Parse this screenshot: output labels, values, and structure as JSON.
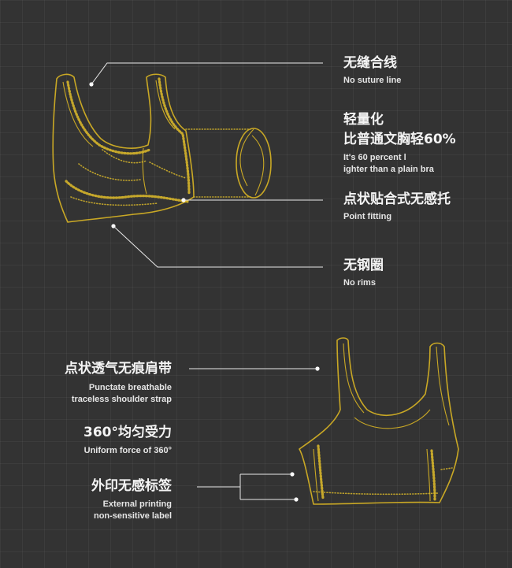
{
  "features": {
    "no_suture": {
      "cn": "无缝合线",
      "en": "No suture line"
    },
    "lightweight": {
      "cn1": "轻量化",
      "cn2": "比普通文胸轻60%",
      "en1": "It's 60 percent l",
      "en2": "ighter than a plain bra"
    },
    "point_fit": {
      "cn": "点状贴合式无感托",
      "en": "Point fitting"
    },
    "no_rims": {
      "cn": "无钢圈",
      "en": "No rims"
    },
    "strap": {
      "cn": "点状透气无痕肩带",
      "en1": "Punctate breathable",
      "en2": "traceless shoulder strap"
    },
    "force": {
      "cn": "360°均匀受力",
      "en": "Uniform force of 360°"
    },
    "label": {
      "cn": "外印无感标签",
      "en1": "External printing",
      "en2": "non-sensitive label"
    }
  },
  "colors": {
    "background": "#333333",
    "outline": "#c9a825",
    "text": "#ffffff"
  }
}
